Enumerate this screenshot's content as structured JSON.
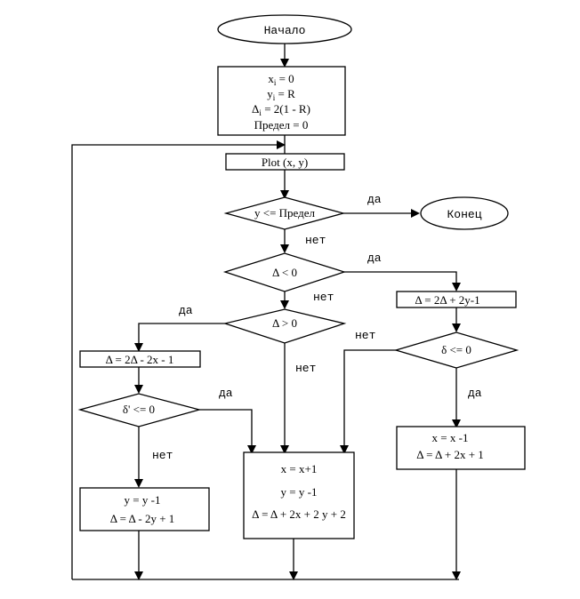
{
  "diagram": {
    "type": "flowchart",
    "colors": {
      "stroke": "#000000",
      "fill": "#ffffff"
    },
    "nodes": {
      "start": {
        "kind": "terminator",
        "text": "Начало"
      },
      "init": {
        "kind": "process",
        "lines": [
          "x",
          "i",
          " = 0",
          "y",
          "i",
          " =  R",
          "Δ",
          "i",
          " = 2(1  -  R)",
          "Предел = 0"
        ],
        "line1_main": "x",
        "line1_sub": "i",
        "line1_rest": " = 0",
        "line2_main": "y",
        "line2_sub": "i",
        "line2_rest": " =  R",
        "line3_main": "Δ",
        "line3_sub": "i",
        "line3_rest": " = 2(1  -  R)",
        "line4": "Предел = 0"
      },
      "plot": {
        "kind": "io",
        "text": "Plot (x,  y)"
      },
      "cond_limit": {
        "kind": "decision",
        "text": "y <= Предел"
      },
      "end": {
        "kind": "terminator",
        "text": "Конец"
      },
      "cond_delta_neg": {
        "kind": "decision",
        "text": "Δ < 0"
      },
      "cond_delta_pos": {
        "kind": "decision",
        "text": "Δ > 0"
      },
      "proc_right_top": {
        "kind": "process",
        "text": "Δ = 2Δ + 2y-1"
      },
      "cond_delta_small": {
        "kind": "decision",
        "text": "δ <= 0"
      },
      "proc_left_top": {
        "kind": "process",
        "text": "Δ = 2Δ - 2x - 1"
      },
      "cond_delta_prime": {
        "kind": "decision",
        "text": "δ' <= 0"
      },
      "proc_right_bottom": {
        "kind": "process",
        "line1": "x = x -1",
        "line2": "Δ = Δ + 2x + 1"
      },
      "proc_center": {
        "kind": "process",
        "line1": "x = x+1",
        "line2": "y = y -1",
        "line3": "Δ = Δ +  2x + 2 y + 2"
      },
      "proc_left_bottom": {
        "kind": "process",
        "line1": "y = y -1",
        "line2": "Δ = Δ  -  2y + 1"
      }
    },
    "edge_labels": {
      "limit_yes": "да",
      "limit_no": "нет",
      "neg_yes": "да",
      "neg_no": "нет",
      "pos_yes": "да",
      "pos_no": "нет",
      "small_no": "нет",
      "small_yes": "да",
      "prime_yes": "да",
      "prime_no": "нет"
    }
  }
}
